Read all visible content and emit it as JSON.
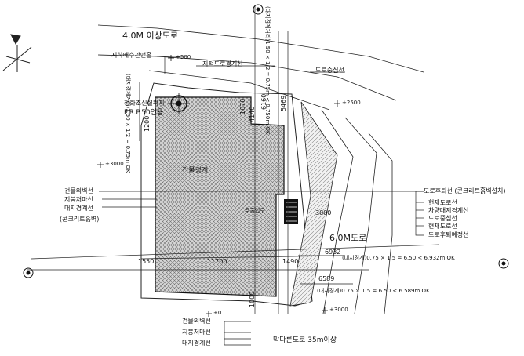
{
  "roads": {
    "north_road_label": "4.0M 이상도로",
    "east_road_label": "6.0M도로",
    "south_road_label": "막다른도로 35m이상"
  },
  "building": {
    "label": "건물경계",
    "entrance_label": "주출입구"
  },
  "left_labels": {
    "line1": "건물외벽선",
    "line2": "지붕처마선",
    "line3": "대지경계선",
    "line4": "(콘크리트흙벽)"
  },
  "right_labels": {
    "line1": "도로후퇴선 (콘크리트흙벽설치)",
    "line2": "현재도로선",
    "line3": "차량대지경계선",
    "line4": "도로중심선",
    "line5": "현재도로선",
    "line6": "도로후퇴예정선"
  },
  "bottom_labels": {
    "line1": "건물외벽선",
    "line2": "지붕처마선",
    "line3": "대지경계선"
  },
  "top_labels": {
    "manhole": "지하배수관맨홀",
    "current_road_boundary": "지적도로경계선",
    "road_center": "도로중심선",
    "septic_line1": "정화조신설위치",
    "septic_line2": "F.R.P.50인용"
  },
  "elevations": {
    "e1": "+500",
    "e2": "+2500",
    "e3": "+3000",
    "e4": "+3000",
    "e5": "+0"
  },
  "dimensions": {
    "d1550": "1550",
    "d11700": "11700",
    "d1490": "1490",
    "d6932": "6932",
    "d6589": "6589",
    "d1200": "1200",
    "d1670": "1670",
    "d4140": "4140",
    "d6160": "6160",
    "d5469": "5469",
    "d3000": "3000",
    "d1000": "1000"
  },
  "formulas": {
    "top_vertical": "(대지경계거리)1.50 × 1/2 = 0.75m < 0.750m OK",
    "left_vertical": "(대지경계거리)1.50 × 1/2 = 0.75m OK",
    "east1": "(대지경계)0.75 × 1.5 = 6.50 < 6.932m OK",
    "east2": "(대지경계)0.75 × 1.5 = 6.50 < 6.589m OK"
  }
}
